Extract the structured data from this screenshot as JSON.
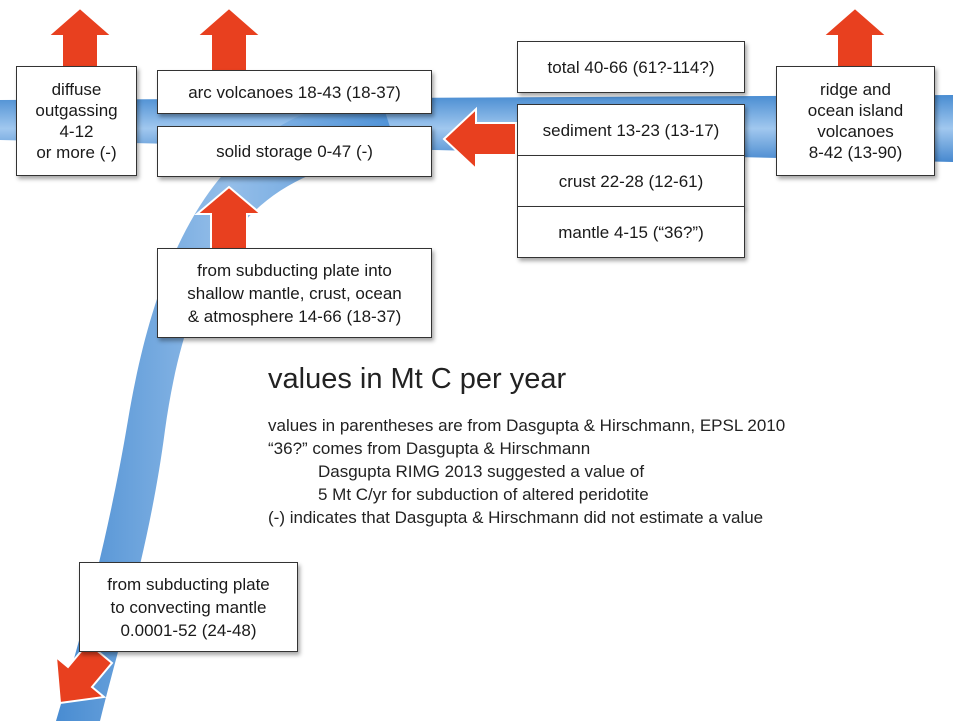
{
  "boxes": {
    "diffuse": "diffuse\noutgassing\n4-12\nor more (-)",
    "arc": "arc volcanoes 18-43 (18-37)",
    "solid": "solid storage 0-47 (-)",
    "total": "total 40-66 (61?-114?)",
    "sediment": "sediment 13-23 (13-17)",
    "crust": "crust 22-28 (12-61)",
    "mantle": "mantle 4-15 (“36?”)",
    "ridge": "ridge and\nocean island\nvolcanoes\n8-42 (13-90)",
    "shallow": "from subducting plate into\nshallow mantle, crust, ocean\n& atmosphere 14-66 (18-37)",
    "deep": "from subducting plate\nto convecting mantle\n0.0001-52 (24-48)"
  },
  "title": "values in Mt C per year",
  "notes": {
    "line1": "values in parentheses are from Dasgupta & Hirschmann, EPSL 2010",
    "line2": "“36?” comes from Dasgupta & Hirschmann",
    "line3": "Dasgupta RIMG 2013 suggested a value of",
    "line4": "5 Mt C/yr for subduction of altered peridotite",
    "line5": "(-) indicates that Dasgupta & Hirschmann did not estimate a value"
  },
  "colors": {
    "plate_blue": "#5a9ad8",
    "plate_blue_light": "#9cc3ec",
    "arrow_red": "#e8401f",
    "arrow_edge": "#ffffff"
  },
  "icons": {
    "flux_arrow": "red-arrow"
  }
}
